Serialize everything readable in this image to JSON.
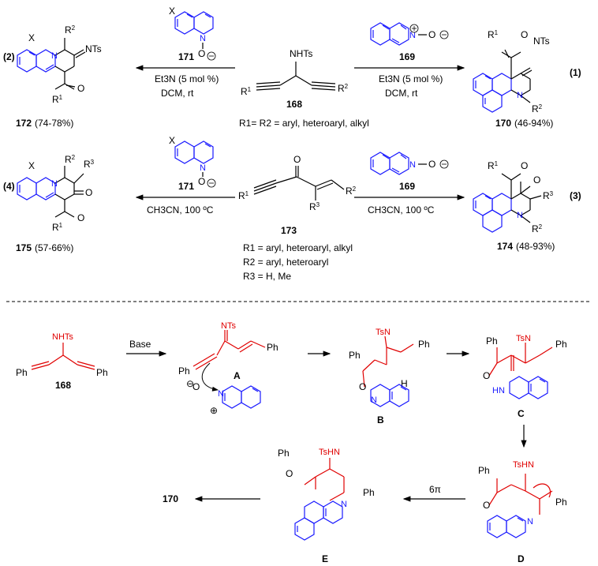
{
  "eq1": {
    "num": "(1)",
    "reagent": "169",
    "cond1": "Et3N (5 mol %)",
    "cond2": "DCM, rt",
    "product": "170",
    "yield": "(46-94%)"
  },
  "eq2": {
    "num": "(2)",
    "reagent": "171",
    "cond1": "Et3N (5 mol %)",
    "cond2": "DCM, rt",
    "product": "172",
    "yield": "(74-78%)"
  },
  "eq3": {
    "num": "(3)",
    "reagent": "169",
    "cond": "CH3CN, 100 ºC",
    "product": "174",
    "yield": "(48-93%)"
  },
  "eq4": {
    "num": "(4)",
    "reagent": "171",
    "cond": "CH3CN, 100 ºC",
    "product": "175",
    "yield": "(57-66%)"
  },
  "sm168": {
    "label": "168",
    "group": "NHTs",
    "r1": "R1",
    "r2": "R2",
    "note": "R1= R2 = aryl, heteroaryl, alkyl"
  },
  "sm173": {
    "label": "173",
    "notes": [
      "R1 = aryl, heteroaryl, alkyl",
      "R2 = aryl, heteroaryl",
      "R3 = H, Me"
    ]
  },
  "mech": {
    "base": "Base",
    "six_pi": "6π",
    "labels": [
      "168",
      "A",
      "B",
      "C",
      "D",
      "E",
      "170"
    ],
    "ph": "Ph",
    "nts": "NTs",
    "tsn": "TsN",
    "tshn": "TsHN",
    "nhts": "NHTs",
    "hn": "HN",
    "h": "H"
  },
  "colors": {
    "reactant": "#e00000",
    "isoquinoline": "#1a1aff"
  }
}
